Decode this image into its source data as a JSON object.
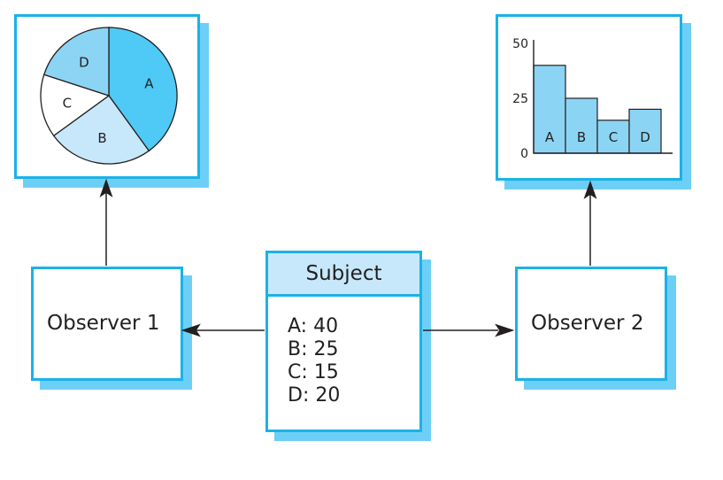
{
  "subject": {
    "title": "Subject",
    "lines": [
      "A: 40",
      "B: 25",
      "C: 15",
      "D: 20"
    ]
  },
  "observers": [
    "Observer 1",
    "Observer 2"
  ],
  "chart_data": [
    {
      "type": "pie",
      "labels": [
        "A",
        "B",
        "C",
        "D"
      ],
      "values": [
        40,
        25,
        15,
        20
      ],
      "colors": [
        "#4fc9f5",
        "#c6e8fa",
        "#ffffff",
        "#8cd4f4"
      ]
    },
    {
      "type": "bar",
      "categories": [
        "A",
        "B",
        "C",
        "D"
      ],
      "values": [
        40,
        25,
        15,
        20
      ],
      "ylim": [
        0,
        50
      ],
      "yticks": [
        "0",
        "25",
        "50"
      ],
      "bar_color": "#8cd4f4"
    }
  ],
  "colors": {
    "border": "#1ab2e8",
    "shadow": "#6ecff6",
    "header_fill": "#c6e8fa",
    "line": "#231f20"
  }
}
